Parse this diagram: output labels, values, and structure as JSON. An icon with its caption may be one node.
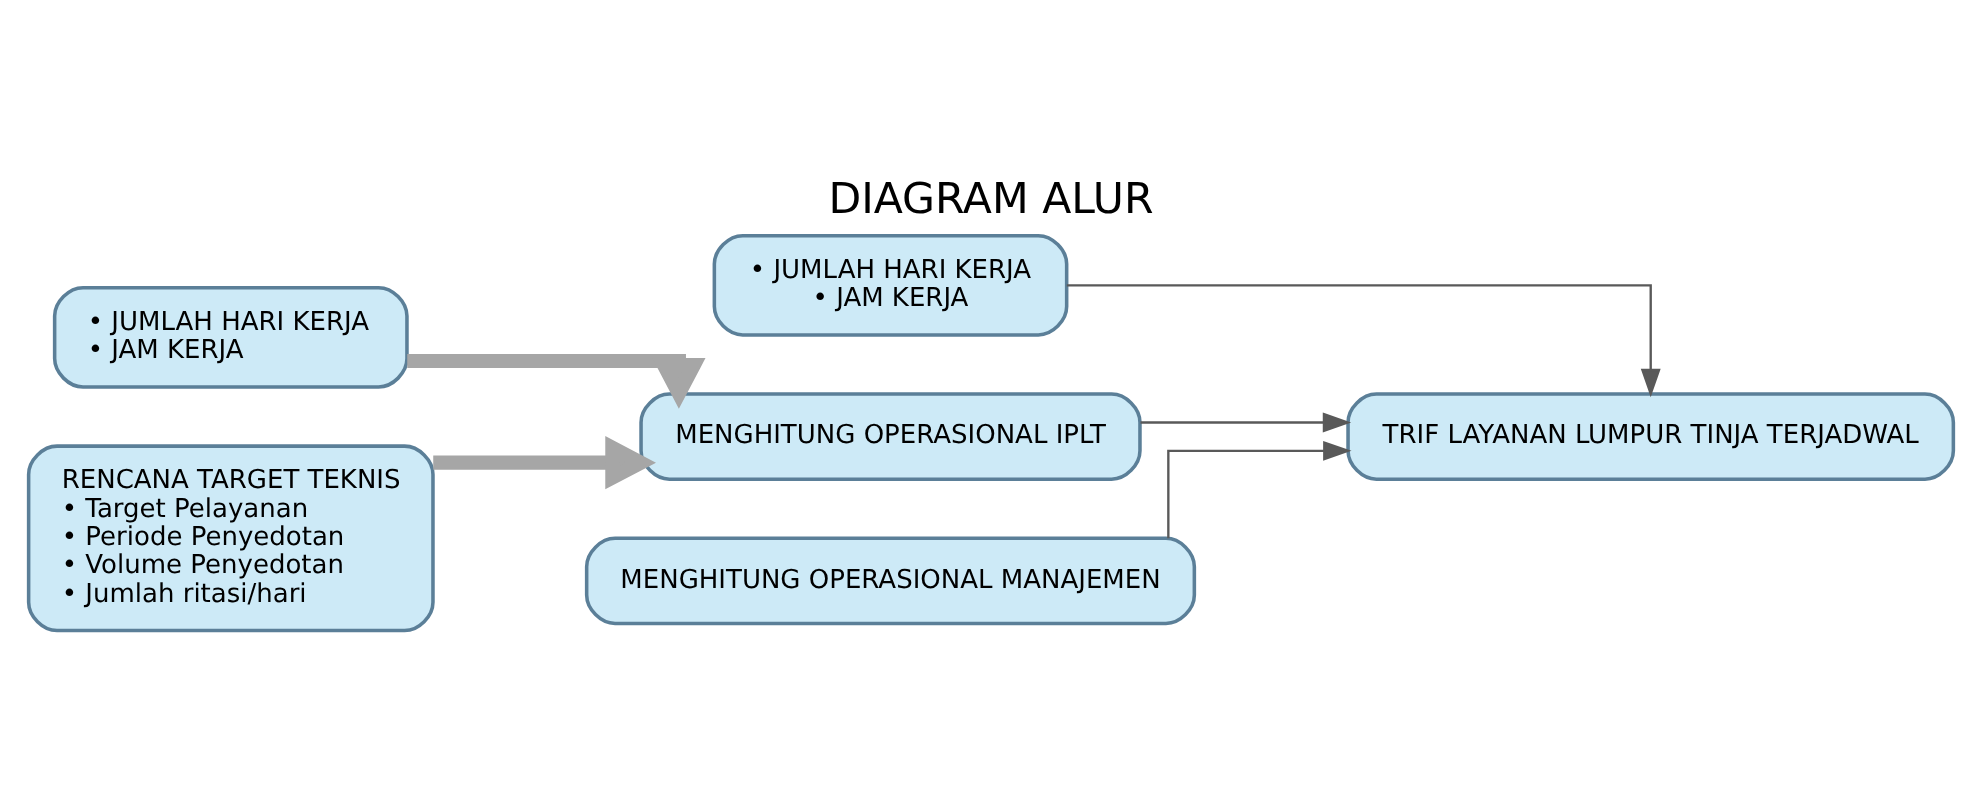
{
  "diagram": {
    "title": "DIAGRAM ALUR",
    "nodes": [
      {
        "text": [
          "• JUMLAH HARI KERJA",
          "• JAM KERJA"
        ]
      },
      {
        "text": [
          "RENCANA TARGET TEKNIS",
          "• Target Pelayanan",
          "• Periode Penyedotan",
          "• Volume Penyedotan",
          "• Jumlah ritasi/hari"
        ]
      },
      {
        "text": [
          "• JUMLAH HARI KERJA",
          "• JAM KERJA"
        ]
      },
      {
        "text": [
          "MENGHITUNG OPERASIONAL IPLT"
        ]
      },
      {
        "text": [
          "MENGHITUNG OPERASIONAL MANAJEMEN"
        ]
      },
      {
        "text": [
          "TRIF LAYANAN LUMPUR TINJA TERJADWAL"
        ]
      }
    ],
    "edges": [
      {
        "from": 0,
        "to": 3,
        "arrow": "to",
        "style": "thick",
        "color": "#a6a6a6"
      },
      {
        "from": 1,
        "to": 3,
        "arrow": "to",
        "style": "thick",
        "color": "#a6a6a6"
      },
      {
        "from": 2,
        "to": 5,
        "arrow": "to"
      },
      {
        "from": 3,
        "to": 5,
        "arrow": "to"
      },
      {
        "from": 4,
        "to": 5,
        "arrow": "to"
      }
    ]
  }
}
